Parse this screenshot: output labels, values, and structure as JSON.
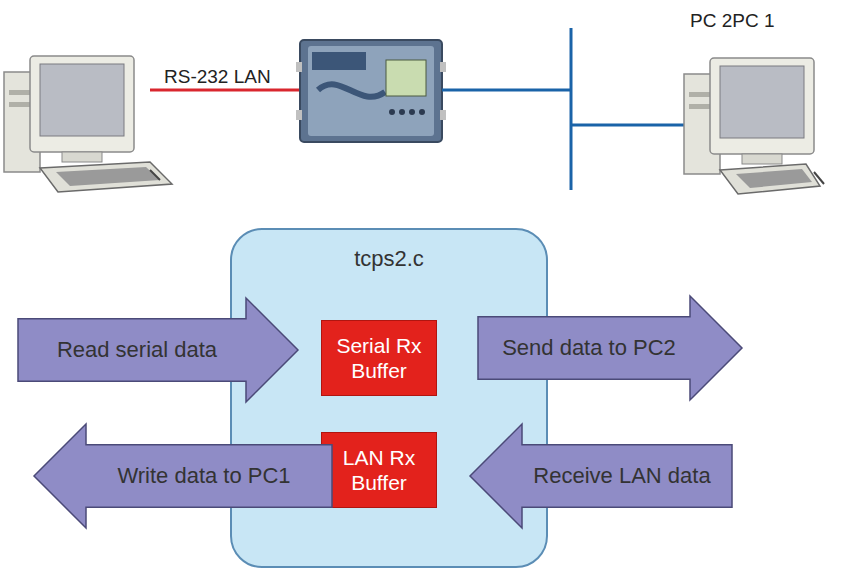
{
  "diagram": {
    "nodes": [
      {
        "text": [
          "tcps2.c"
        ]
      },
      {
        "text": [
          "Read serial data"
        ]
      },
      {
        "text": [
          "Serial Rx Buffer"
        ],
        "in": 0
      },
      {
        "text": [
          "Send data to PC2"
        ]
      },
      {
        "text": [
          "Write data to PC1"
        ]
      },
      {
        "text": [
          "LAN Rx Buffer"
        ],
        "in": 0
      },
      {
        "text": [
          "Receive LAN data"
        ]
      }
    ],
    "labels": [
      "RS-232 LAN",
      "PC 2PC 1"
    ]
  }
}
